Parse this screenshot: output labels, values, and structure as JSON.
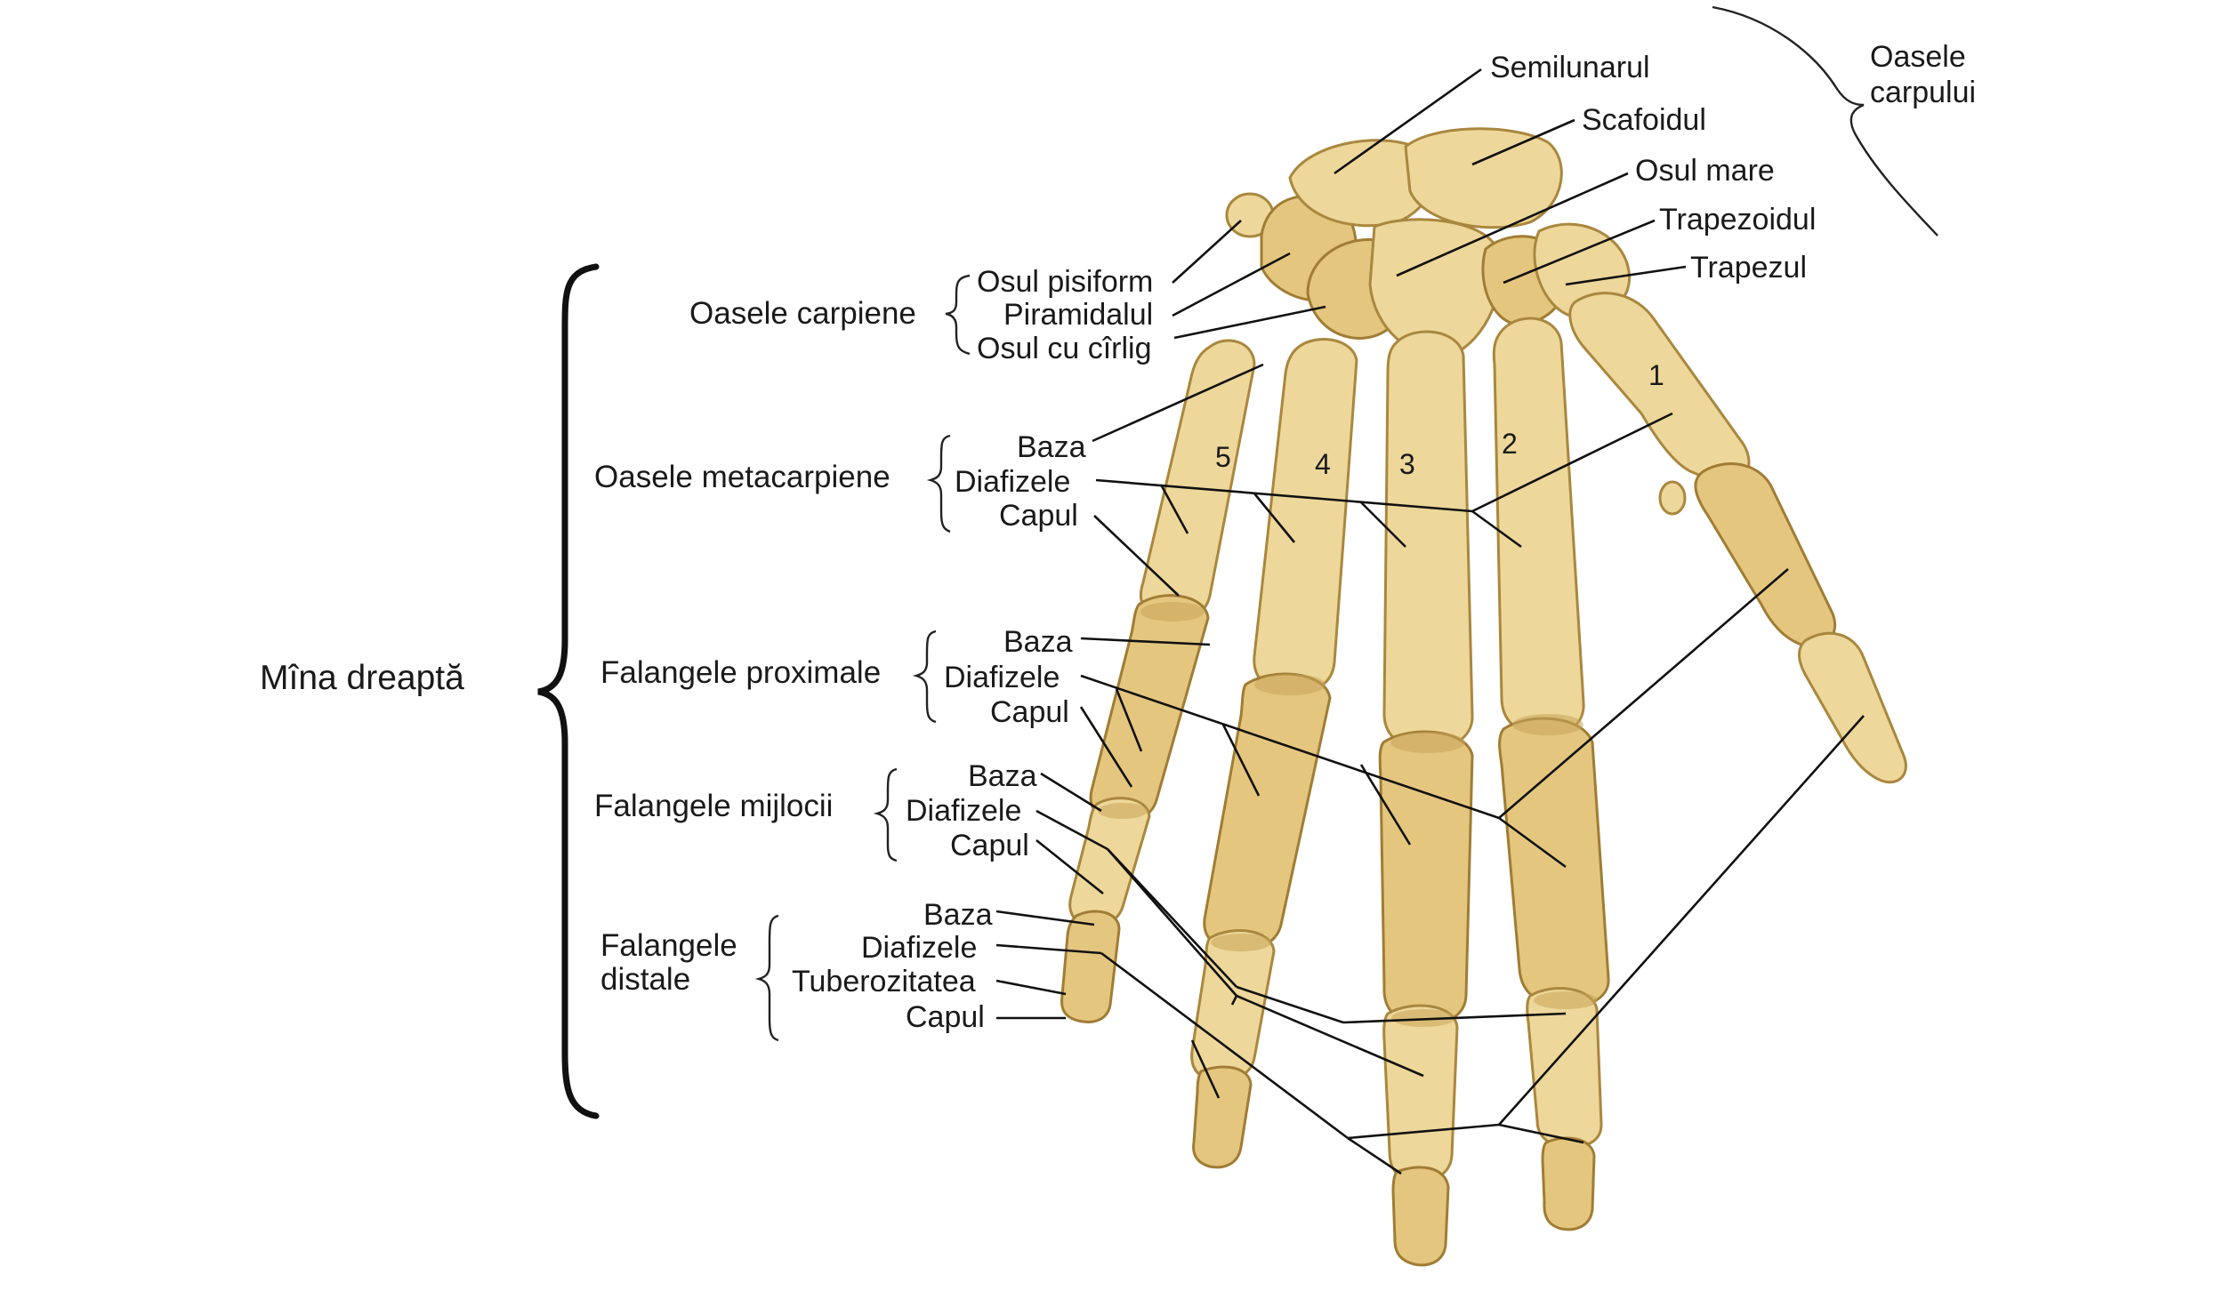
{
  "title": "Mîna dreaptă",
  "carpus_group": {
    "line1": "Oasele",
    "line2": "carpului"
  },
  "groups": {
    "carpiene": "Oasele carpiene",
    "metacarpiene": "Oasele metacarpiene",
    "proximale": "Falangele proximale",
    "mijlocii": "Falangele mijlocii",
    "distale_line1": "Falangele",
    "distale_line2": "distale"
  },
  "carpal_labels": {
    "semilunarul": "Semilunarul",
    "scafoidul": "Scafoidul",
    "osul_mare": "Osul mare",
    "trapezoidul": "Trapezoidul",
    "trapezul": "Trapezul",
    "pisiform": "Osul pisiform",
    "piramidalul": "Piramidalul",
    "cu_cirlig": "Osul cu cîrlig"
  },
  "metacarpal_labels": {
    "baza": "Baza",
    "diafizele": "Diafizele",
    "capul": "Capul"
  },
  "proximal_labels": {
    "baza": "Baza",
    "diafizele": "Diafizele",
    "capul": "Capul"
  },
  "middle_labels": {
    "baza": "Baza",
    "diafizele": "Diafizele",
    "capul": "Capul"
  },
  "distal_labels": {
    "baza": "Baza",
    "diafizele": "Diafizele",
    "tuberozitatea": "Tuberozitatea",
    "capul": "Capul"
  },
  "finger_numbers": [
    "1",
    "2",
    "3",
    "4",
    "5"
  ],
  "colors": {
    "bone": "#edd79a",
    "bone_outline": "#a9873e",
    "text": "#1a1a1a"
  }
}
